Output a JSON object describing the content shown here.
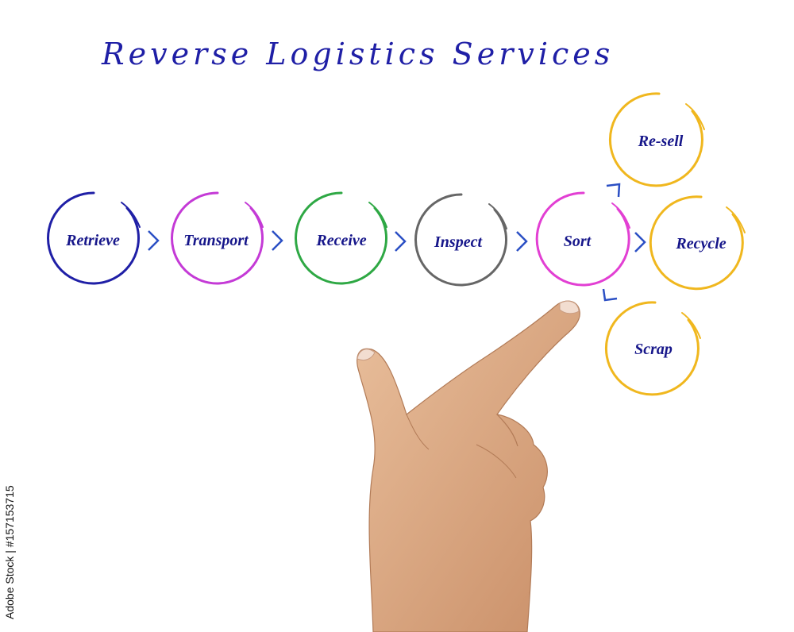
{
  "title": "Reverse Logistics Services",
  "steps": [
    {
      "label": "Retrieve",
      "color": "#1f1fa6"
    },
    {
      "label": "Transport",
      "color": "#c43ad6"
    },
    {
      "label": "Receive",
      "color": "#2ea844"
    },
    {
      "label": "Inspect",
      "color": "#666666"
    },
    {
      "label": "Sort",
      "color": "#e23fd3"
    }
  ],
  "outcomes": [
    {
      "label": "Re-sell",
      "color": "#f0b71e"
    },
    {
      "label": "Recycle",
      "color": "#f0b71e"
    },
    {
      "label": "Scrap",
      "color": "#f0b71e"
    }
  ],
  "arrow_color": "#2b4fc4",
  "watermark_id": "Adobe Stock | #157153715"
}
